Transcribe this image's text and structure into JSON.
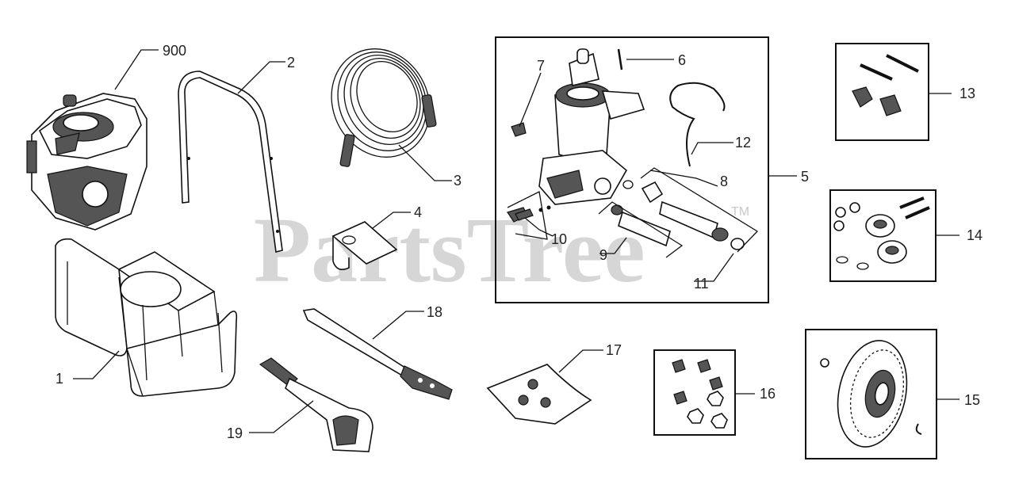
{
  "watermark": {
    "text": "PartsTree",
    "trademark": "TM"
  },
  "callouts": [
    {
      "id": "900",
      "label": "900"
    },
    {
      "id": "2",
      "label": "2"
    },
    {
      "id": "3",
      "label": "3"
    },
    {
      "id": "4",
      "label": "4"
    },
    {
      "id": "1",
      "label": "1"
    },
    {
      "id": "18",
      "label": "18"
    },
    {
      "id": "19",
      "label": "19"
    },
    {
      "id": "17",
      "label": "17"
    },
    {
      "id": "5",
      "label": "5"
    },
    {
      "id": "6",
      "label": "6"
    },
    {
      "id": "7",
      "label": "7"
    },
    {
      "id": "8",
      "label": "8"
    },
    {
      "id": "9",
      "label": "9"
    },
    {
      "id": "10",
      "label": "10"
    },
    {
      "id": "11",
      "label": "11"
    },
    {
      "id": "12",
      "label": "12"
    },
    {
      "id": "13",
      "label": "13"
    },
    {
      "id": "14",
      "label": "14"
    },
    {
      "id": "15",
      "label": "15"
    },
    {
      "id": "16",
      "label": "16"
    }
  ]
}
